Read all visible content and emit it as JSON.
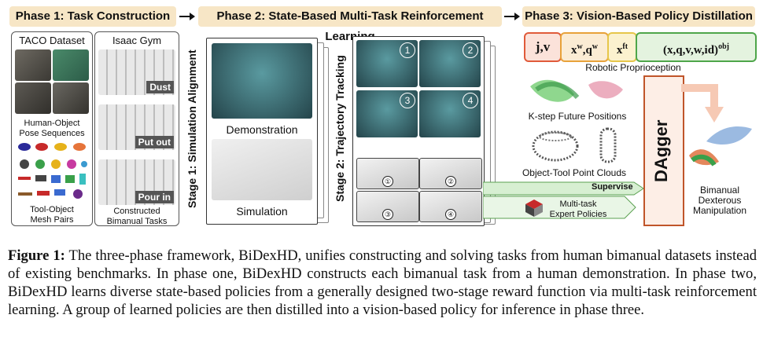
{
  "phases": {
    "p1": "Phase 1: Task Construction",
    "p2": "Phase 2: State-Based Multi-Task Reinforcement Learning",
    "p3": "Phase 3: Vision-Based Policy Distillation"
  },
  "phase1": {
    "taco_title": "TACO Dataset",
    "isaac_title": "Isaac Gym",
    "human_object": "Human-Object\nPose Sequences",
    "tool_object": "Tool-Object\nMesh Pairs",
    "constructed": "Constructed\nBimanual Tasks",
    "tasks": [
      "Dust",
      "Put out",
      "Pour in"
    ]
  },
  "phase2": {
    "stage1": "Stage 1: Simulation Alignment",
    "demonstration": "Demonstration",
    "simulation": "Simulation",
    "stage2": "Stage 2: Trajectory Tracking",
    "nums": [
      "1",
      "2",
      "3",
      "4"
    ],
    "circled": [
      "①",
      "②",
      "③",
      "④"
    ],
    "supervise": "Supervise",
    "expert": "Multi-task\nExpert Policies"
  },
  "phase3": {
    "features": [
      "j,v",
      "x",
      "x",
      "(x,q,v,w,id)"
    ],
    "feat_sup": [
      "",
      "w",
      "ft",
      "obj"
    ],
    "feat_q": ",q",
    "feat_qsup": "w",
    "proprio": "Robotic Proprioception",
    "kstep": "K-step Future Positions",
    "pointclouds": "Object-Tool Point Clouds",
    "dagger": "DAgger",
    "bimanual": "Bimanual\nDexterous\nManipulation"
  },
  "caption": {
    "fig": "Figure 1:",
    "text": " The three-phase framework, BiDexHD, unifies constructing and solving tasks from human bimanual datasets instead of existing benchmarks. In phase one, BiDexHD constructs each bimanual task from a human demonstration. In phase two, BiDexHD learns diverse state-based policies from a generally designed two-stage reward function via multi-task reinforcement learning. A group of learned policies are then distilled into a vision-based policy for inference in phase three."
  },
  "colors": {
    "phase_bg": "#f7e6c6",
    "feat_red": "#e05a3a",
    "feat_orange": "#e8a23a",
    "feat_yellow": "#e6c64a",
    "feat_green": "#4ea64a",
    "dagger_border": "#c0552a",
    "supervise_green": "#9fd49a"
  }
}
